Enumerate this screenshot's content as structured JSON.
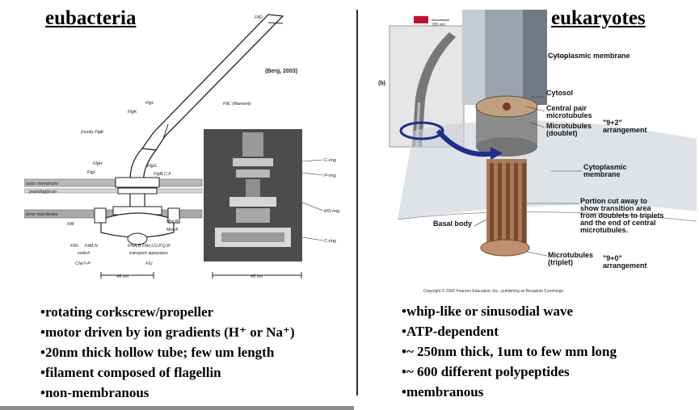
{
  "left": {
    "title": "eubacteria",
    "citation": "(Berg, 2003)",
    "diagram_labels": {
      "fld": "FliD",
      "flic": "FliC (filament)",
      "flgl": "FlgL",
      "flgk": "FlgK",
      "hook": "(hook) FlgE",
      "flgh": "FlgH",
      "flgi": "FlgI",
      "flgg": "FlgG",
      "flgbcf": "FlgB,C,F",
      "outer": "outer membrane",
      "pepti": "peptidoglycan",
      "inner": "inner membrane",
      "flif": "FliF",
      "motb": "Mot B",
      "mota": "Mot A",
      "flig": "FliG",
      "flimn": "FliM,N",
      "switch": "switch",
      "chey": "CheY-P",
      "fliabh": "FlhA,B  FliH,I,O,P,Q,R",
      "transport": "transport apparatus",
      "flim": "FliJ",
      "scale1": "45 nm",
      "scale2": "45 nm",
      "cring": "C-ring",
      "pring": "P-ring",
      "msring": "MS-ring",
      "cring2": "C-ring"
    },
    "bullets": [
      "rotating corkscrew/propeller",
      "motor driven by ion gradients (H⁺ or Na⁺)",
      "20nm thick hollow tube; few um length",
      "filament composed of flagellin",
      "non-membranous"
    ]
  },
  "right": {
    "title": "eukaryotes",
    "panel_label": "(b)",
    "scale_text": "200 nm",
    "diagram_labels": {
      "cytomem": "Cytoplasmic membrane",
      "cytosol": "Cytosol",
      "cp1": "Central pair",
      "cp2": "microtubules",
      "mt1": "Microtubules",
      "mt2": "(doublet)",
      "nine2": "\"9+2\"",
      "arr1": "arrangement",
      "cm1": "Cytoplasmic",
      "cm2": "membrane",
      "p1": "Portion cut away to",
      "p2": "show transition area",
      "p3": "from doublets to triplets",
      "p4": "and the end of central",
      "p5": "microtubules.",
      "basal": "Basal body",
      "mtt1": "Microtubules",
      "mtt2": "(triplet)",
      "nine0": "\"9+0\"",
      "arr2": "arrangement"
    },
    "copyright": "Copyright © 2006 Pearson Education, Inc., publishing as Benjamin Cummings.",
    "bullets": [
      "whip-like or sinusodial wave",
      "ATP-dependent",
      "~ 250nm thick, 1um to few mm long",
      "~ 600 different polypeptides",
      "membranous"
    ]
  }
}
